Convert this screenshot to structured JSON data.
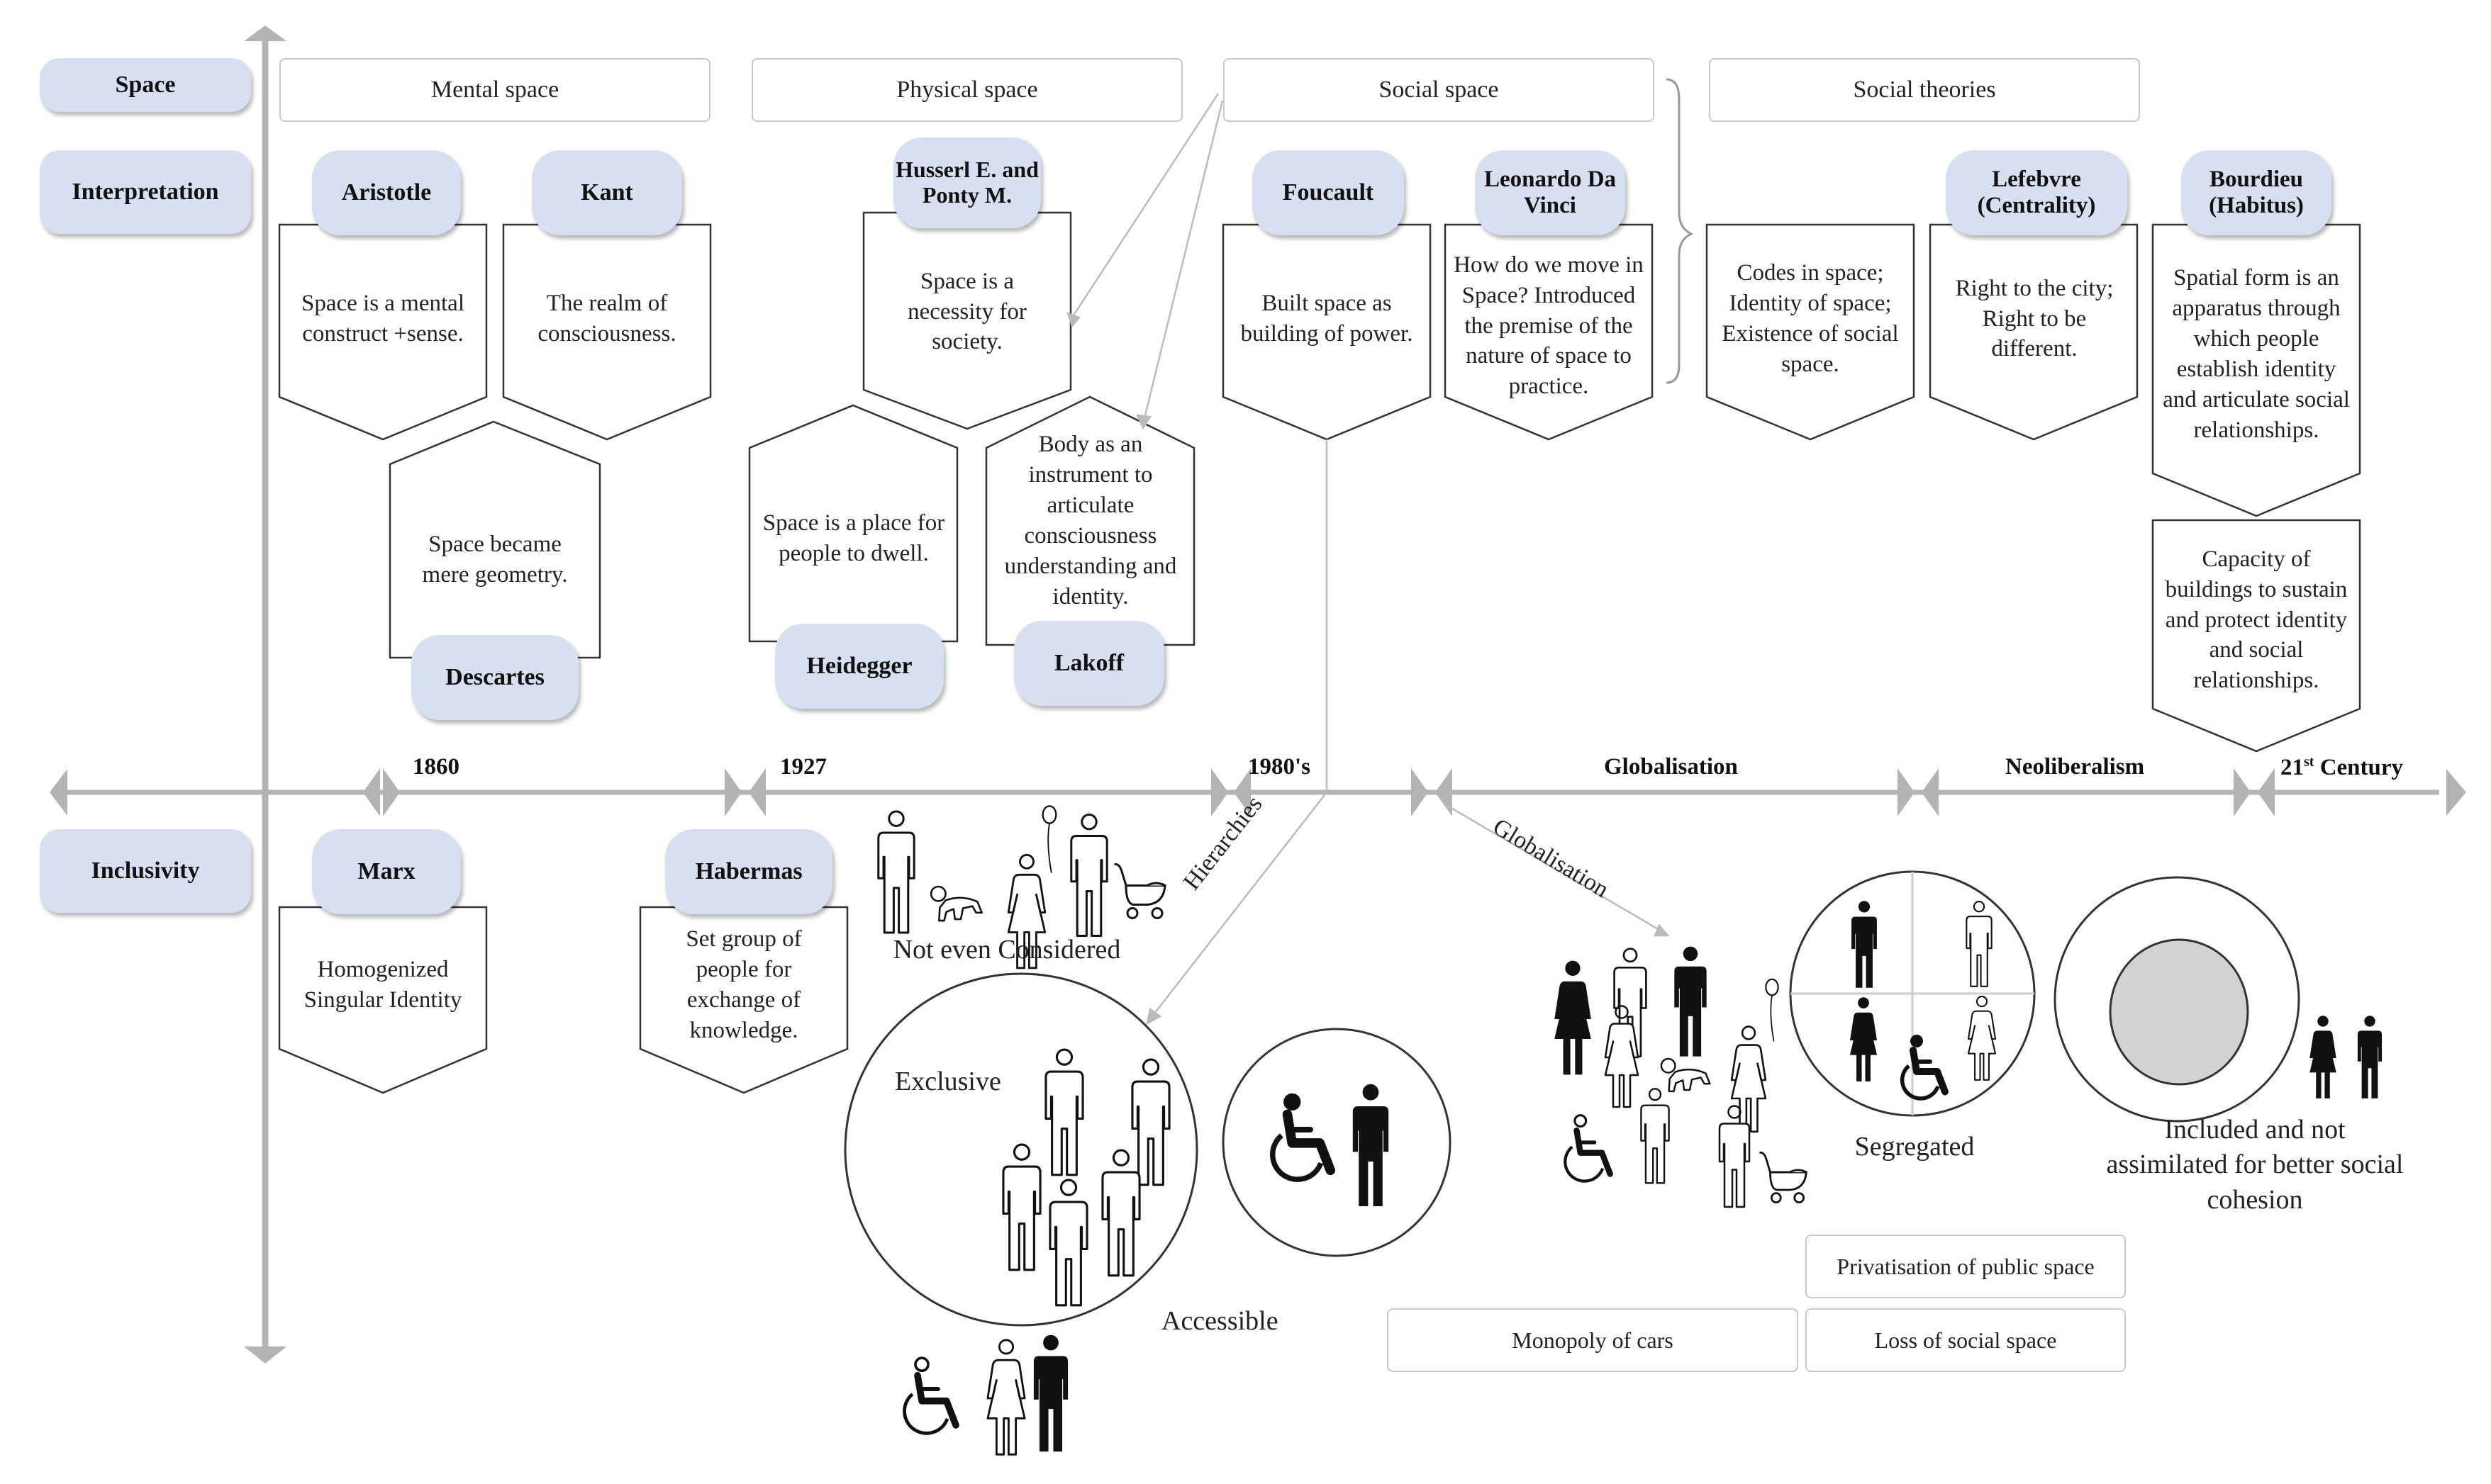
{
  "rows": {
    "space": "Space",
    "interpretation": "Interpretation",
    "inclusivity": "Inclusivity"
  },
  "sections": {
    "mental": "Mental space",
    "physical": "Physical space",
    "social": "Social space",
    "theories": "Social theories"
  },
  "thinkers": {
    "aristotle": {
      "name": "Aristotle",
      "text": "Space is a mental construct +sense."
    },
    "kant": {
      "name": "Kant",
      "text": "The realm of consciousness."
    },
    "descartes": {
      "name": "Descartes",
      "text": "Space became mere geometry."
    },
    "husserl": {
      "name": "Husserl E. and Ponty M.",
      "text": "Space is a necessity for society."
    },
    "heidegger": {
      "name": "Heidegger",
      "text": "Space is a place for people to dwell."
    },
    "lakoff": {
      "name": "Lakoff",
      "text": "Body as an instrument to articulate consciousness understanding and identity."
    },
    "foucault": {
      "name": "Foucault",
      "text": "Built space as building of power."
    },
    "davinci": {
      "name": "Leonardo Da Vinci",
      "text": "How do we move in Space? Introduced the premise of the nature of space to practice."
    },
    "codes": {
      "text": "Codes in space; Identity of space; Existence of social space."
    },
    "lefebvre": {
      "name": "Lefebvre (Centrality)",
      "text": "Right to the city; Right to be different."
    },
    "bourdieu": {
      "name": "Bourdieu (Habitus)",
      "text": "Spatial form is an apparatus through which people establish identity and articulate social relationships.",
      "text2": "Capacity of buildings to sustain and protect identity and social relationships."
    },
    "marx": {
      "name": "Marx",
      "text": "Homogenized Singular Identity"
    },
    "habermas": {
      "name": "Habermas",
      "text": "Set group of people for exchange of knowledge."
    }
  },
  "timeline": {
    "e1860": "1860",
    "e1927": "1927",
    "e1980": "1980's",
    "globalisation": "Globalisation",
    "neoliberalism": "Neoliberalism",
    "c21_main": "21",
    "c21_sup": "st",
    "c21_tail": " Century"
  },
  "inclusivity": {
    "not_considered": "Not even Considered",
    "exclusive": "Exclusive",
    "accessible": "Accessible",
    "hierarchies": "Hierarchies",
    "globalisation_arrow": "Globalisation",
    "segregated": "Segregated",
    "included": "Included and not assimilated for better social cohesion",
    "privatisation": "Privatisation of public space",
    "monopoly": "Monopoly of cars",
    "loss": "Loss of social space"
  },
  "colors": {
    "pill": "#d6e0f0",
    "axis": "#b3b3b3",
    "box_border": "#333333",
    "grey_fill": "#d2d2d2"
  }
}
